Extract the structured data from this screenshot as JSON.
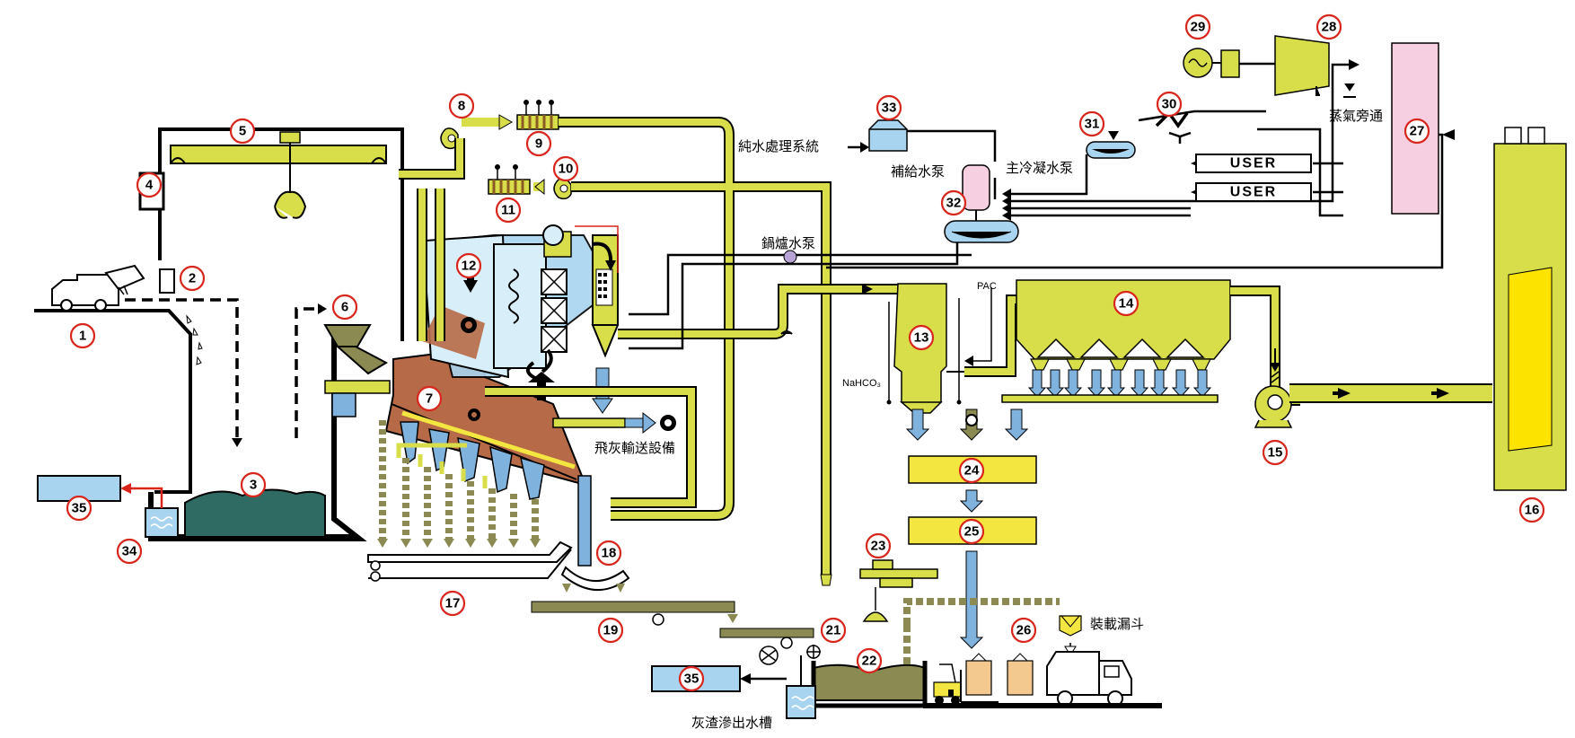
{
  "palette": {
    "pipe_yellow": "#d8de4a",
    "yellow_box": "#f4e640",
    "furnace_brown": "#b76a47",
    "pit_teal": "#2f6a63",
    "light_blue": "#a8d4ef",
    "mid_blue": "#7fb2dc",
    "pink": "#f6cfe0",
    "olive": "#8a8a52",
    "red_accent": "#d9261c",
    "black": "#000000"
  },
  "components": [
    {
      "num": "1",
      "icon": "garbage-truck-icon"
    },
    {
      "num": "2",
      "icon": "door-icon"
    },
    {
      "num": "3",
      "icon": "refuse-pit-icon"
    },
    {
      "num": "4",
      "icon": "crane-control-room-icon"
    },
    {
      "num": "5",
      "icon": "crane-grab-icon"
    },
    {
      "num": "6",
      "icon": "feed-hopper-icon"
    },
    {
      "num": "7",
      "icon": "incinerator-icon"
    },
    {
      "num": "8",
      "icon": "fan-icon"
    },
    {
      "num": "9",
      "icon": "air-preheater-icon"
    },
    {
      "num": "10",
      "icon": "fan-icon"
    },
    {
      "num": "11",
      "icon": "air-preheater-icon"
    },
    {
      "num": "12",
      "icon": "boiler-icon"
    },
    {
      "num": "13",
      "icon": "reactor-icon"
    },
    {
      "num": "14",
      "icon": "baghouse-filter-icon"
    },
    {
      "num": "15",
      "icon": "induced-draft-fan-icon"
    },
    {
      "num": "16",
      "icon": "stack-icon"
    },
    {
      "num": "17",
      "icon": "ash-conveyor-icon"
    },
    {
      "num": "18",
      "icon": "ash-extractor-icon"
    },
    {
      "num": "19",
      "icon": "belt-conveyor-icon"
    },
    {
      "num": "21",
      "icon": "magnetic-separator-icon"
    },
    {
      "num": "22",
      "icon": "ash-pit-icon"
    },
    {
      "num": "23",
      "icon": "ash-crane-icon"
    },
    {
      "num": "24",
      "icon": "fly-ash-silo-icon"
    },
    {
      "num": "25",
      "icon": "fly-ash-treatment-icon"
    },
    {
      "num": "26",
      "icon": "bagged-ash-icon"
    },
    {
      "num": "27",
      "icon": "steam-header-icon"
    },
    {
      "num": "28",
      "icon": "turbine-icon"
    },
    {
      "num": "29",
      "icon": "generator-icon"
    },
    {
      "num": "30",
      "icon": "condenser-icon"
    },
    {
      "num": "31",
      "icon": "condensate-tank-icon"
    },
    {
      "num": "32",
      "icon": "deaerator-icon"
    },
    {
      "num": "33",
      "icon": "water-treatment-icon"
    },
    {
      "num": "34",
      "icon": "leachate-tank-icon"
    },
    {
      "num": "35",
      "icon": "wastewater-treatment-icon"
    }
  ],
  "labels": {
    "pure_water_system": "純水處理系統",
    "makeup_pump": "補給水泵",
    "main_condensate_pump": "主冷凝水泵",
    "steam_bypass": "蒸氣旁通",
    "boiler_feed_pump": "鍋爐水泵",
    "fly_ash_conveyor": "飛灰輸送設備",
    "pac": "PAC",
    "nahco3": "NaHCO₃",
    "loading_hopper": "裝載漏斗",
    "ash_leachate_tank": "灰渣滲出水槽",
    "user_1": "USER",
    "user_2": "USER"
  }
}
